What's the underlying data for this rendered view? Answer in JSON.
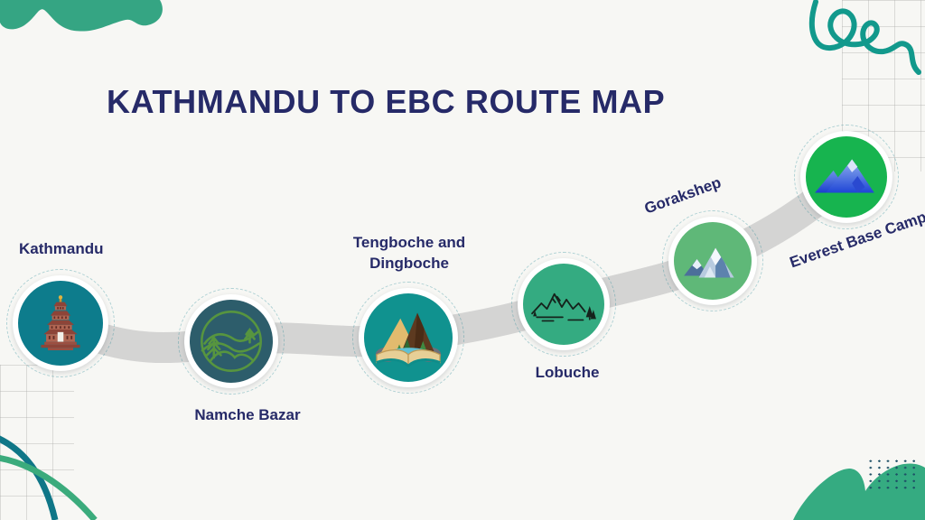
{
  "title": "KATHMANDU TO EBC ROUTE MAP",
  "stops": [
    {
      "label": "Kathmandu",
      "icon": "pagoda-temple"
    },
    {
      "label": "Namche Bazar",
      "icon": "mountain-line-art"
    },
    {
      "label": "Tengboche and Dingboche",
      "icon": "open-book-mountains"
    },
    {
      "label": "Lobuche",
      "icon": "ink-sketch-mountains"
    },
    {
      "label": "Gorakshep",
      "icon": "watercolor-peaks"
    },
    {
      "label": "Everest Base Camp",
      "icon": "blue-gradient-peaks"
    }
  ],
  "palette": {
    "background": "#f7f7f4",
    "title_navy": "#262a68",
    "route_gray": "#d4d4d3",
    "blob_green": "#35a583",
    "squiggle_teal": "#12998c",
    "dots_navy": "#1d4f66",
    "node_colors": [
      "#0d7c8c",
      "#2d5d6b",
      "#10928f",
      "#34ab81",
      "#5fb878",
      "#17b44f"
    ]
  }
}
